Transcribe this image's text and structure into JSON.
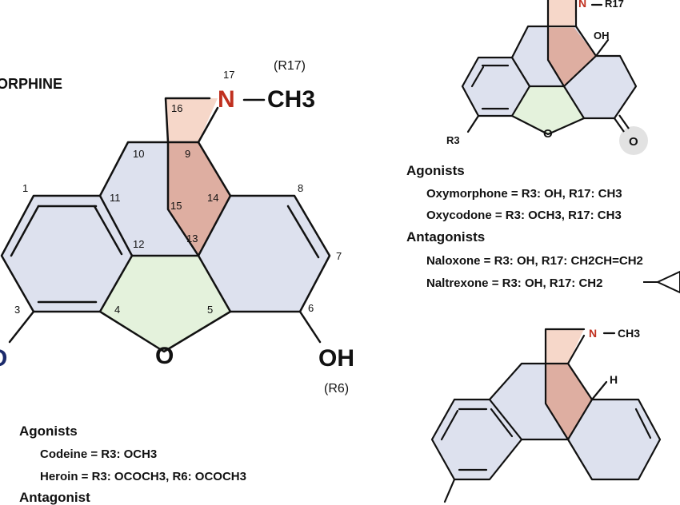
{
  "main": {
    "name_partial": "ORPHINE",
    "r17_label": "(R17)",
    "r6_label": "(R6)",
    "n_atom": "N",
    "ch3_group": "CH3",
    "o_bridge": "O",
    "oh_group": "OH",
    "o_left_partial": "O",
    "atom_numbers": {
      "n1": "1",
      "n3": "3",
      "n4": "4",
      "n5": "5",
      "n6": "6",
      "n7": "7",
      "n8": "8",
      "n9": "9",
      "n10": "10",
      "n11": "11",
      "n12": "12",
      "n13": "13",
      "n14": "14",
      "n15": "15",
      "n16": "16",
      "n17": "17"
    }
  },
  "left_text": {
    "agonists_heading": "Agonists",
    "items": [
      "Codeine =  R3: OCH3",
      "Heroin = R3: OCOCH3,  R6: OCOCH3"
    ],
    "antagonist_heading": "Antagonist"
  },
  "top_right": {
    "n_atom": "N",
    "r17": "R17",
    "oh": "OH",
    "r3": "R3",
    "o_ring": "O",
    "o_ketone": "O"
  },
  "right_text": {
    "agonists_heading": "Agonists",
    "agonist_items": [
      "Oxymorphone = R3: OH, R17: CH3",
      "Oxycodone = R3: OCH3, R17: CH3"
    ],
    "antagonists_heading": "Antagonists",
    "antagonist_items": [
      "Naloxone = R3: OH, R17: CH2CH=CH2",
      "Naltrexone = R3: OH, R17: CH2"
    ]
  },
  "bottom_right": {
    "n_atom": "N",
    "ch3": "CH3",
    "h": "H"
  },
  "colors": {
    "ring_blue": "#dde1ee",
    "ring_green": "#e4f2dc",
    "ring_pink": "#f6d7c9",
    "ring_pink_dark": "#deaea1",
    "nitrogen_red": "#c0301f",
    "o_blue": "#1b2a6b"
  }
}
